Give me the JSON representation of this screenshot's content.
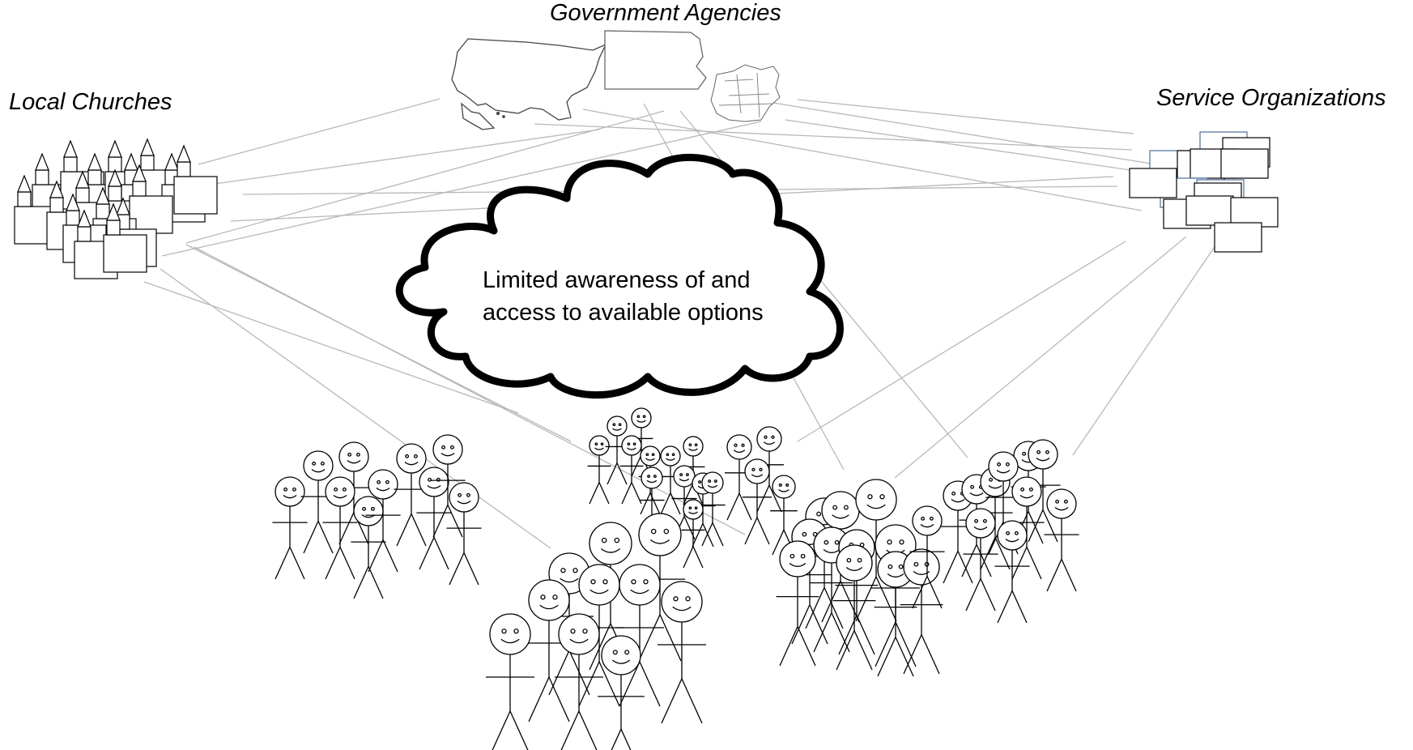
{
  "labels": {
    "government": "Government Agencies",
    "churches": "Local Churches",
    "service": "Service Organizations"
  },
  "cloud": {
    "line1": "Limited awareness of and",
    "line2": "access to available options"
  },
  "colors": {
    "connector": "#b8b8b8",
    "stroke": "#000000",
    "org_card_accent": "#4a6e9a"
  },
  "icons": {
    "map_us": "us-map-icon",
    "map_state": "state-map-icon",
    "map_county": "county-map-icon",
    "church": "church-icon",
    "org_card": "organization-card-icon",
    "person": "stick-figure-icon"
  }
}
